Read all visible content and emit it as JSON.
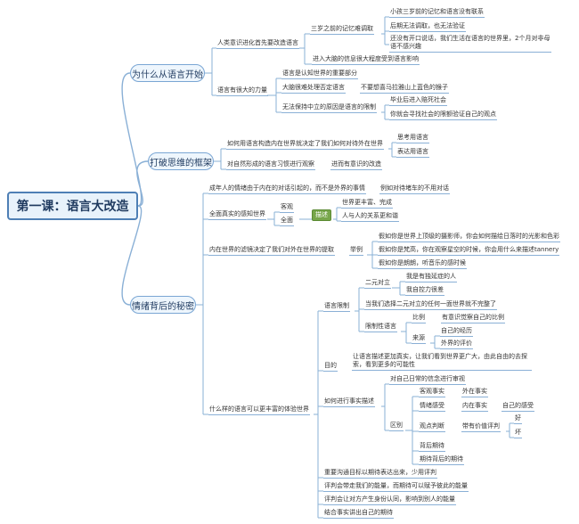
{
  "root": "第一课：语言大改造",
  "topics": {
    "t1": "为什么从语言开始",
    "t2": "打破思维的框架",
    "t3": "情绪背后的秘密"
  },
  "nodes": {
    "a1": "人类意识进化首先要改造语言",
    "a2": "三岁之前的记忆难调取",
    "a3": "小孩三岁前的记忆和语言没有联系",
    "a4": "后期无法调取，也无法验证",
    "a5": "还没有开口说话，我们生活在语言的世界里，2个月对非母语不感兴趣",
    "a6": "进入大脑的信息很大程度受到语言影响",
    "a7": "语言有很大的力量",
    "a8": "语言是认知世界的重要部分",
    "a9": "大脑很难处理否定语言",
    "a10": "不要想喜马拉雅山上蓝色的猴子",
    "a11": "无法保持中立的原因是语言的限制",
    "a12": "毕业后进入赔死社会",
    "a13": "你就会寻找社会的限额验证自己的观点",
    "b1": "如何用语言构造内在世界就决定了我们如何对待外在世界",
    "b2": "思考用语言",
    "b3": "表达用语言",
    "b4": "对自然形成的语言习惯进行观察",
    "b5": "进而有意识的改造",
    "c1": "成年人的情绪由于内在的对话引起的，而不是外界的事情",
    "c2": "例如对待堵车的不用对话",
    "c3": "全面真实的感知世界",
    "c4": "客观",
    "c5": "全面",
    "c6": "描述",
    "c7": "世界更丰富、完成",
    "c8": "人与人的关系更和谐",
    "c9": "内在世界的滤镜决定了我们对外在世界的提取",
    "c10": "举例",
    "c11": "假如你是世界上顶级的摄影师，你会如何描绘日落时的光影和色彩",
    "c12": "假如你是梵高，你在观察星空的时候，你会用什么来描述tannery",
    "c13": "假如你是朗朗，听音乐的感时候",
    "c14": "什么样的语言可以更丰富的体验世界",
    "c15": "语言限制",
    "c16": "二元对立",
    "c17": "我是有独延症的人",
    "c18": "我自控力很差",
    "c19": "当我们选择二元对立的任何一面世界就不完整了",
    "c20": "限制性语言",
    "c21": "比例",
    "c22": "有意识觉察自己的比例",
    "c23": "来源",
    "c24": "自己的经历",
    "c25": "外界的评价",
    "c26": "目的",
    "c27": "让语言描述更加真实，让我们看到世界更广大，由此自由的去探索，看到更多的可能性",
    "c28": "如何进行事实描述",
    "c29": "对自己日常的信念进行审视",
    "c30": "区别",
    "c31": "客观事实",
    "c32": "外在事实",
    "c33": "情绪感受",
    "c34": "内在事实",
    "c35": "自己的感受",
    "c36": "观点判断",
    "c37": "带有价值评判",
    "c38": "好",
    "c39": "坏",
    "c40": "背后期待",
    "c41": "期待背后的期待",
    "c42": "重要沟通目标以期待表达出来，少用评判",
    "c43": "评判会带走我们的能量，而期待可以赋予彼此的能量",
    "c44": "评判会让对方产生身份认同，影响到别人的能量",
    "c45": "结合事实讲出自己的期待"
  },
  "colors": {
    "line": "#8ab0d6",
    "root_border": "#4e7fb5",
    "tag_bg": "#77a64a"
  }
}
